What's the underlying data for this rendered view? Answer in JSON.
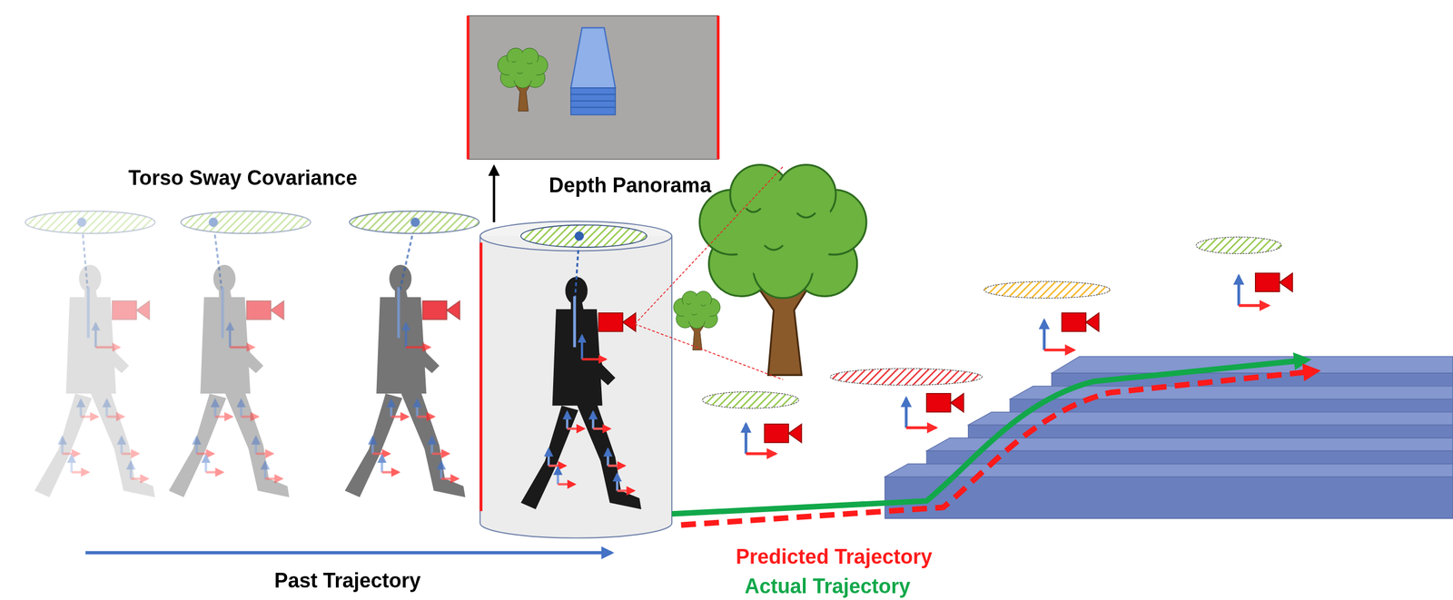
{
  "diagram": {
    "labels": [
      "Torso Sway Covariance",
      "Depth Panorama",
      "Past Trajectory",
      "Predicted Trajectory",
      "Actual Trajectory"
    ]
  }
}
